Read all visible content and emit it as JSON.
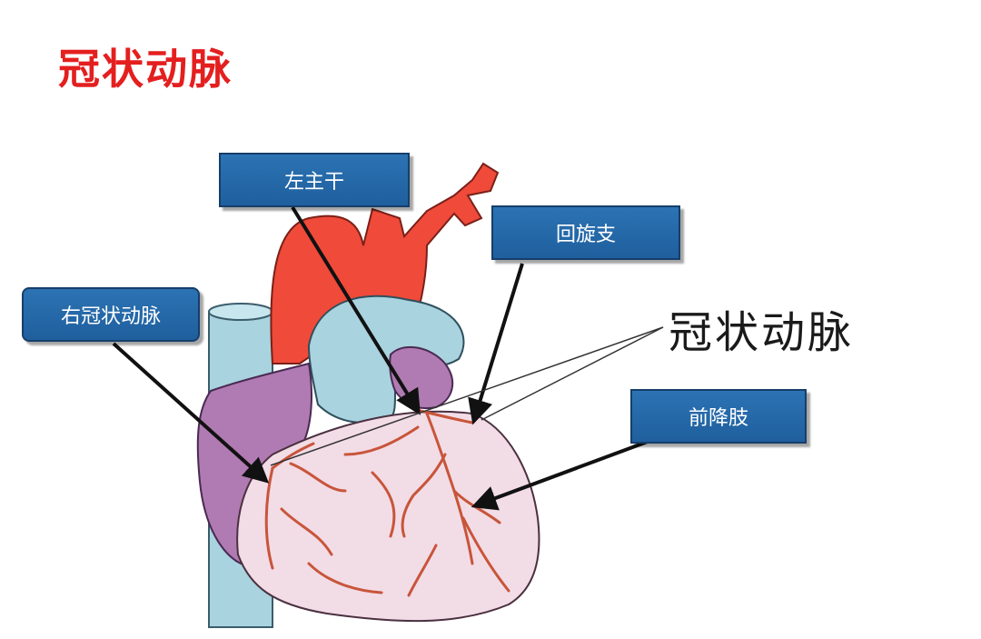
{
  "title": "冠状动脉",
  "callout": "冠状动脉",
  "labels": {
    "right_coronary": "右冠状动脉",
    "left_main": "左主干",
    "circumflex": "回旋支",
    "lad": "前降肢"
  },
  "colors": {
    "title": "#e41f1f",
    "label_fill": "#2070b0",
    "aorta": "#ef4a3a",
    "pulmonary": "#a9d3de",
    "atrium": "#b07ab2",
    "ventricle": "#f2dce6",
    "vessel": "#c8553a"
  }
}
